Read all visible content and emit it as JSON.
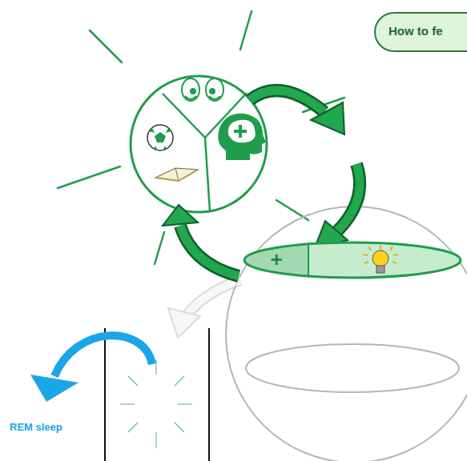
{
  "diagram": {
    "nodes": [
      {
        "text": [
          "How to fe"
        ]
      },
      {
        "text": [
          "+"
        ]
      }
    ],
    "labels": [
      "REM sleep"
    ]
  }
}
